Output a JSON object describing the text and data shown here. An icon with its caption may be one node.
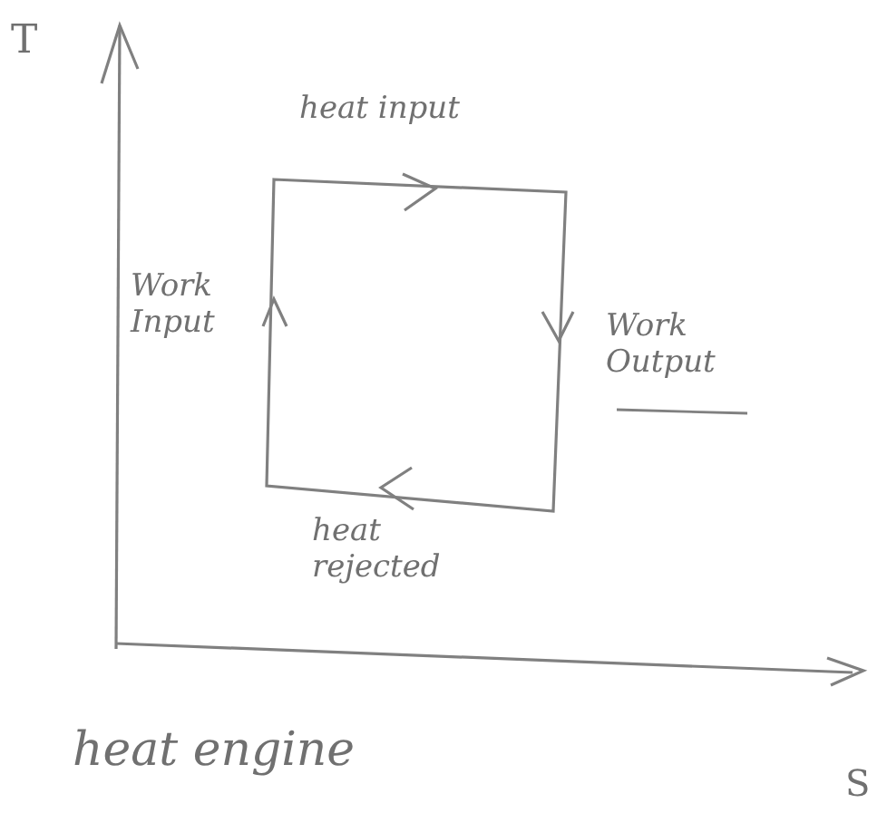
{
  "diagram": {
    "caption": "heat engine",
    "labels": [
      "T",
      "heat input",
      "Work Input",
      "Work Output",
      "heat rejected",
      "S"
    ]
  }
}
